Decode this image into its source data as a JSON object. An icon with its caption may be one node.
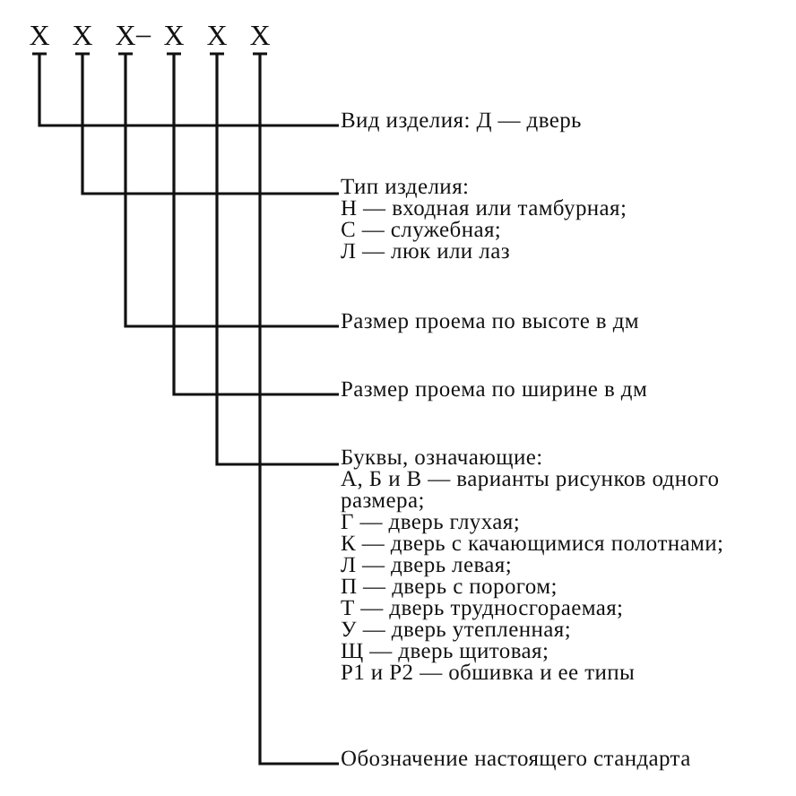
{
  "diagram": {
    "nodes": [
      {
        "text": [
          "Х"
        ]
      },
      {
        "text": [
          "Х"
        ]
      },
      {
        "text": [
          "Х"
        ]
      },
      {
        "text": [
          "Х"
        ]
      },
      {
        "text": [
          "Х"
        ]
      },
      {
        "text": [
          "Х"
        ]
      },
      {
        "text": [
          "Вид изделия: Д — дверь"
        ]
      },
      {
        "text": [
          "Тип изделия:",
          "Н — входная или тамбурная;",
          "С — служебная;",
          "Л — люк или лаз"
        ]
      },
      {
        "text": [
          "Размер проема по высоте в дм"
        ]
      },
      {
        "text": [
          "Размер проема по ширине в дм"
        ]
      },
      {
        "text": [
          "Буквы, означающие:",
          "А, Б и В — варианты рисунков одного размера;",
          "Г — дверь глухая;",
          "К — дверь с качающимися полотнами;",
          "Л — дверь левая;",
          "П — дверь с порогом;",
          "Т — дверь трудносгораемая;",
          "У — дверь утепленная;",
          "Щ — дверь щитовая;",
          "Р1 и Р2 — обшивка и ее типы"
        ]
      },
      {
        "text": [
          "Обозначение настоящего стандарта"
        ]
      }
    ],
    "edges": [
      {
        "from": 0,
        "to": 6,
        "arrow": "none"
      },
      {
        "from": 1,
        "to": 7,
        "arrow": "none"
      },
      {
        "from": 2,
        "to": 8,
        "arrow": "none"
      },
      {
        "from": 3,
        "to": 9,
        "arrow": "none"
      },
      {
        "from": 4,
        "to": 10,
        "arrow": "none"
      },
      {
        "from": 5,
        "to": 11,
        "arrow": "none"
      }
    ],
    "labels": [
      "–"
    ]
  }
}
